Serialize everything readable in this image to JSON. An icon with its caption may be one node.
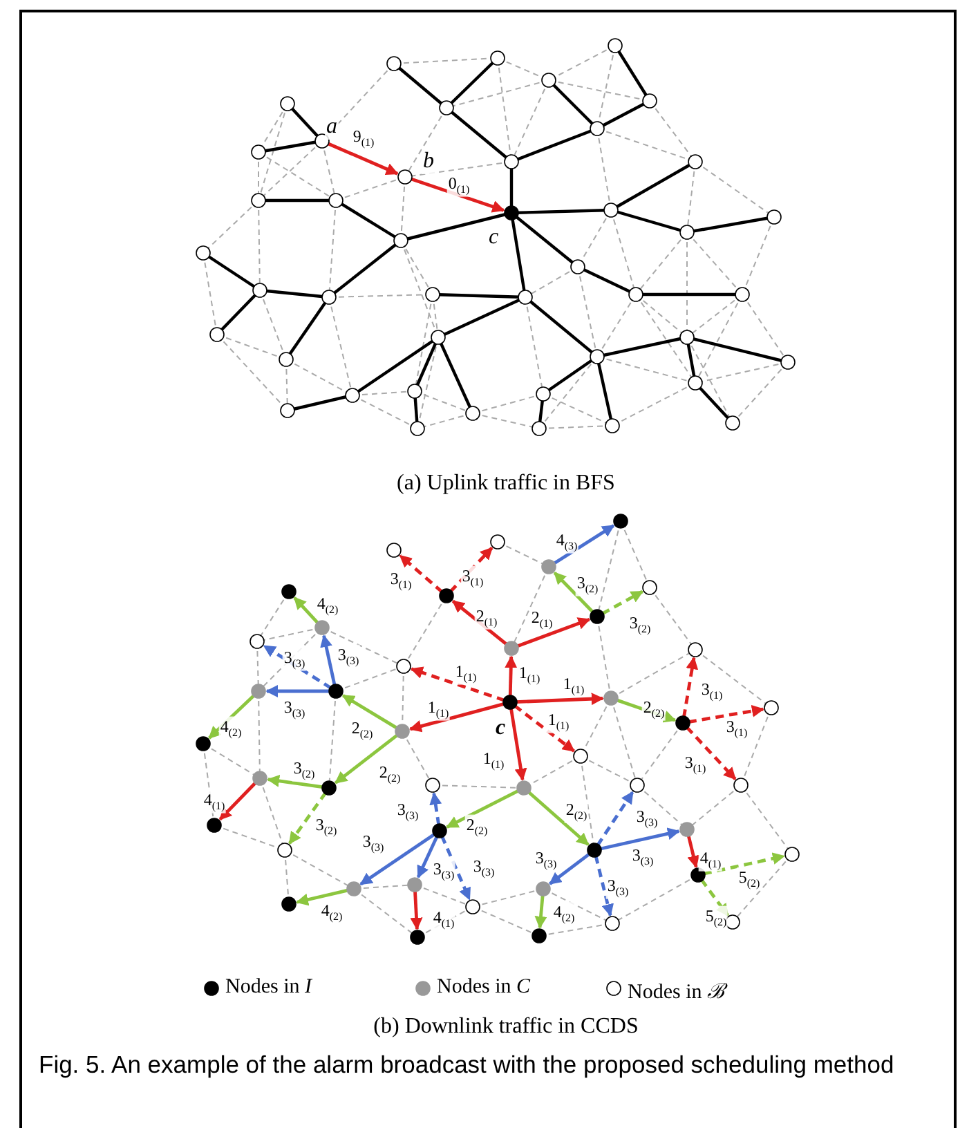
{
  "diagram": {
    "caption": "Fig. 5. An example of the alarm broadcast with the proposed scheduling method",
    "labels": [
      "a",
      "9$_{(1)}$",
      "b",
      "0$_{(1)}$",
      "c",
      "(a) Uplink traffic in BFS",
      "4$_{(3)}$",
      "3$_{(1)}$",
      "3$_{(1)}$",
      "3$_{(2)}$",
      "4$_{(2)}$",
      "2$_{(1)}$",
      "2$_{(1)}$",
      "3$_{(2)}$",
      "3$_{(3)}$",
      "3$_{(3)}$",
      "1$_{(1)}$",
      "1$_{(1)}$",
      "1$_{(1)}$",
      "3$_{(1)}$",
      "4$_{(2)}$",
      "3$_{(3)}$",
      "2$_{(2)}$",
      "1$_{(1)}$",
      "c",
      "1$_{(1)}$",
      "2$_{(2)}$",
      "3$_{(1)}$",
      "3$_{(2)}$",
      "2$_{(2)}$",
      "1$_{(1)}$",
      "3$_{(1)}$",
      "4$_{(1)}$",
      "3$_{(2)}$",
      "3$_{(3)}$",
      "2$_{(2)}$",
      "2$_{(2)}$",
      "3$_{(3)}$",
      "3$_{(3)}$",
      "3$_{(3)}$",
      "3$_{(3)}$",
      "4$_{(1)}$",
      "3$_{(3)}$",
      "3$_{(3)}$",
      "3$_{(3)}$",
      "5$_{(2)}$",
      "4$_{(2)}$",
      "4$_{(1)}$",
      "4$_{(2)}$",
      "5$_{(2)}$",
      "(b) Downlink traffic in CCDS"
    ],
    "legend": [
      {
        "text": "Nodes in *I*",
        "color": "#000000"
      },
      {
        "text": "Nodes in *C*",
        "color": "#999999"
      },
      {
        "text": "Nodes in *ℬ*",
        "color": "#ffffff"
      }
    ]
  }
}
